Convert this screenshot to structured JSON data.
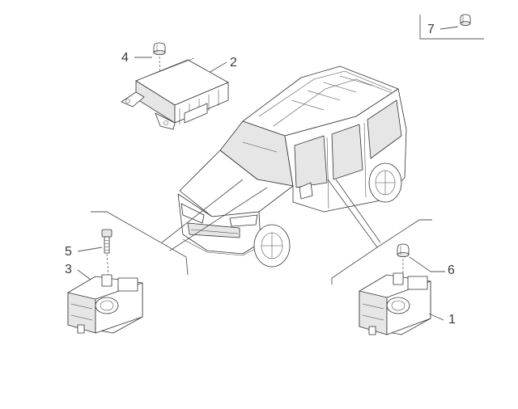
{
  "diagram": {
    "callouts": [
      {
        "id": "1",
        "label": "1"
      },
      {
        "id": "2",
        "label": "2"
      },
      {
        "id": "3",
        "label": "3"
      },
      {
        "id": "4",
        "label": "4"
      },
      {
        "id": "5",
        "label": "5"
      },
      {
        "id": "6",
        "label": "6"
      },
      {
        "id": "7",
        "label": "7"
      }
    ],
    "parts": [
      {
        "ref": "2",
        "icon": "airbag-control-unit-icon"
      },
      {
        "ref": "4",
        "icon": "nut-icon"
      },
      {
        "ref": "7",
        "icon": "nut-icon"
      },
      {
        "ref": "5",
        "icon": "bolt-icon"
      },
      {
        "ref": "3",
        "icon": "crash-sensor-icon"
      },
      {
        "ref": "6",
        "icon": "nut-icon"
      },
      {
        "ref": "1",
        "icon": "crash-sensor-icon"
      }
    ],
    "vehicle_icon": "van-outline-icon",
    "line_color": "#555555",
    "text_color": "#3a3a3a"
  }
}
